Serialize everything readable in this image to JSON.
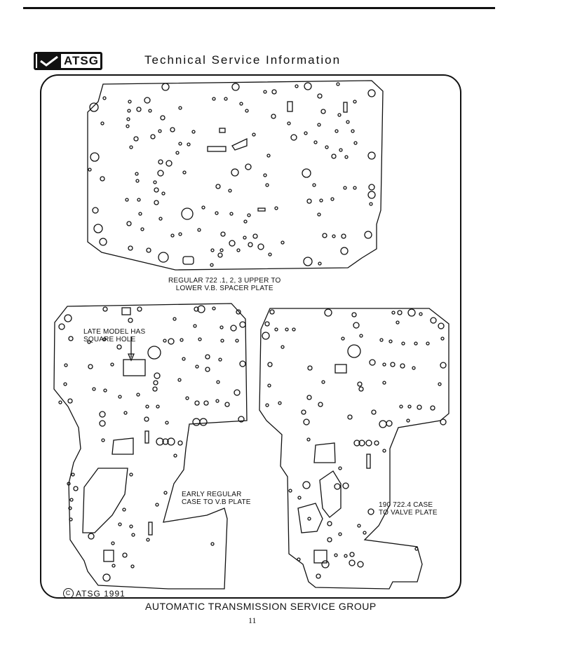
{
  "header": {
    "logo_text": "ATSG",
    "title": "Technical Service Information"
  },
  "diagram": {
    "upper_plate_caption_line1": "REGULAR 722 .1, 2, 3 UPPER TO",
    "upper_plate_caption_line2": "LOWER V.B. SPACER PLATE",
    "callout_line1": "LATE MODEL HAS",
    "callout_line2": "SQUARE HOLE",
    "left_plate_caption_line1": "EARLY REGULAR",
    "left_plate_caption_line2": "CASE TO V.B PLATE",
    "right_plate_caption_line1": "190 722.4 CASE",
    "right_plate_caption_line2": "TO VALVE PLATE"
  },
  "footer": {
    "copyright_symbol": "C",
    "copyright": "ATSG 1991",
    "title": "AUTOMATIC TRANSMISSION SERVICE GROUP",
    "page_number": "11"
  }
}
